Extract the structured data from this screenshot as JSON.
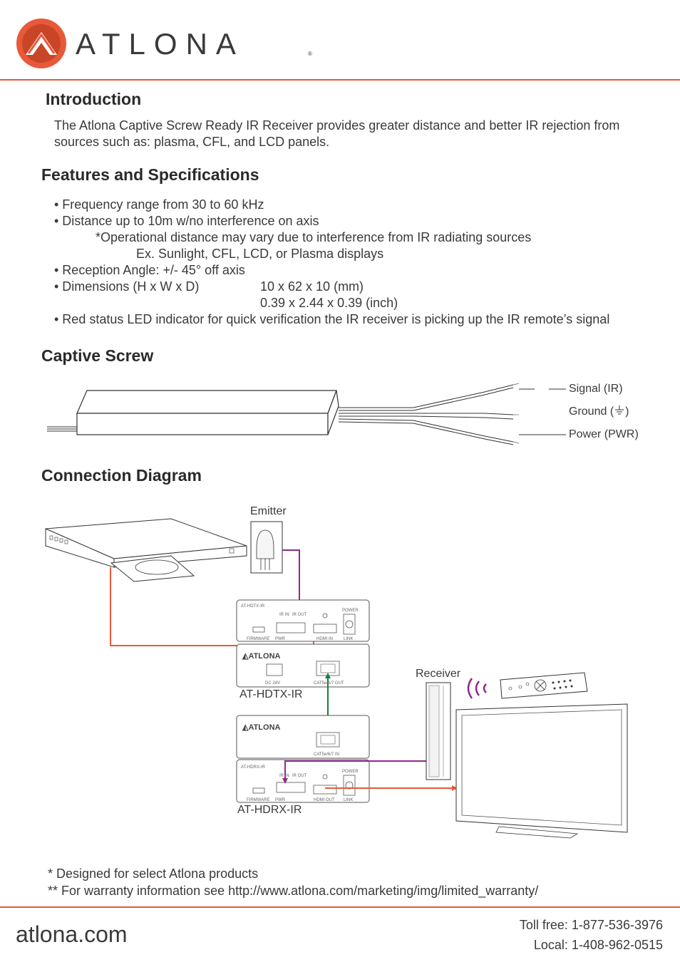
{
  "brand": {
    "name": "ATLONA",
    "registered": "®",
    "accent_color": "#e8593a"
  },
  "introduction": {
    "heading": "Introduction",
    "line1": "The Atlona Captive Screw Ready IR Receiver provides greater distance and better IR rejection from",
    "line2": "sources such as: plasma, CFL, and LCD panels."
  },
  "features": {
    "heading": "Features and Specifications",
    "freq": "• Frequency range from 30 to 60 kHz",
    "distance": "• Distance up to 10m w/no interference on axis",
    "note1": "*Operational distance may vary due to interference from IR radiating sources",
    "note2": "Ex. Sunlight, CFL, LCD, or Plasma displays",
    "angle": "• Reception Angle: +/- 45° off axis",
    "dim_label": "• Dimensions (H x W x D)",
    "dim_mm": "10 x 62 x 10 (mm)",
    "dim_inch": "0.39 x 2.44 x 0.39 (inch)",
    "led": "• Red status LED indicator for quick verification the IR receiver is picking up the IR remote’s signal"
  },
  "captive_screw": {
    "heading": "Captive Screw",
    "signal": "Signal (IR)",
    "ground_prefix": "Ground (",
    "ground_suffix": ")",
    "power": "Power (PWR)"
  },
  "connection": {
    "heading": "Connection Diagram",
    "emitter": "Emitter",
    "receiver": "Receiver",
    "tx_label": "AT-HDTX-IR",
    "rx_label": "AT-HDRX-IR",
    "tx_panel": {
      "model": "AT-HDTX-IR",
      "ir_in": "IR IN",
      "ir_out": "IR OUT",
      "power": "POWER",
      "firmware": "FIRMWARE",
      "pwr": "PWR",
      "hdmi_in": "HDMI IN",
      "link": "LINK",
      "dc": "DC 24V",
      "cat": "CAT5e/6/7 OUT"
    },
    "rx_panel": {
      "model": "AT-HDRX-IR",
      "ir_in": "IR IN",
      "ir_out": "IR OUT",
      "power": "POWER",
      "firmware": "FIRMWARE",
      "pwr": "PWR",
      "hdmi_out": "HDMI OUT",
      "link": "LINK",
      "cat": "CAT5e/6/7 IN"
    },
    "colors": {
      "hdmi": "#e8593a",
      "ir": "#8e2a8a",
      "cat": "#1e7a3c"
    }
  },
  "footnotes": {
    "note1": "* Designed for select Atlona products",
    "note2": "** For warranty information see http://www.atlona.com/marketing/img/limited_warranty/"
  },
  "footer": {
    "website": "atlona.com",
    "toll_free": "Toll free: 1-877-536-3976",
    "local": "Local: 1-408-962-0515"
  }
}
